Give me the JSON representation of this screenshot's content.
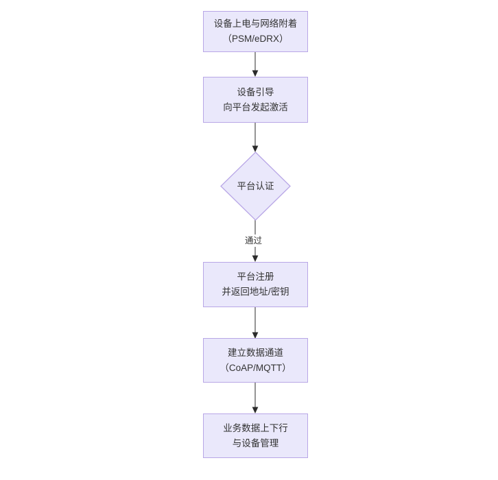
{
  "diagram": {
    "type": "flowchart",
    "orientation": "vertical",
    "title": "",
    "colors": {
      "node_fill": "#eae8fb",
      "node_border": "#b8a6e6",
      "text": "#333333",
      "connector": "#4d4d4d",
      "background": "#ffffff"
    },
    "nodes": [
      {
        "id": "power-on",
        "shape": "rectangle",
        "lines": [
          "设备上电与网络附着",
          "（PSM/eDRX）"
        ]
      },
      {
        "id": "bootstrap",
        "shape": "rectangle",
        "lines": [
          "设备引导",
          "向平台发起激活"
        ]
      },
      {
        "id": "platform-auth",
        "shape": "diamond",
        "lines": [
          "平台认证"
        ]
      },
      {
        "id": "platform-register",
        "shape": "rectangle",
        "lines": [
          "平台注册",
          "并返回地址/密钥"
        ]
      },
      {
        "id": "data-channel",
        "shape": "rectangle",
        "lines": [
          "建立数据通道",
          "（CoAP/MQTT）"
        ]
      },
      {
        "id": "service-data",
        "shape": "rectangle",
        "lines": [
          "业务数据上下行",
          "与设备管理"
        ]
      }
    ],
    "edges": [
      {
        "id": "e1",
        "from": "power-on",
        "to": "bootstrap",
        "label": ""
      },
      {
        "id": "e2",
        "from": "bootstrap",
        "to": "platform-auth",
        "label": ""
      },
      {
        "id": "e3",
        "from": "platform-auth",
        "to": "platform-register",
        "label": "通过"
      },
      {
        "id": "e4",
        "from": "platform-register",
        "to": "data-channel",
        "label": ""
      },
      {
        "id": "e5",
        "from": "data-channel",
        "to": "service-data",
        "label": ""
      }
    ]
  }
}
